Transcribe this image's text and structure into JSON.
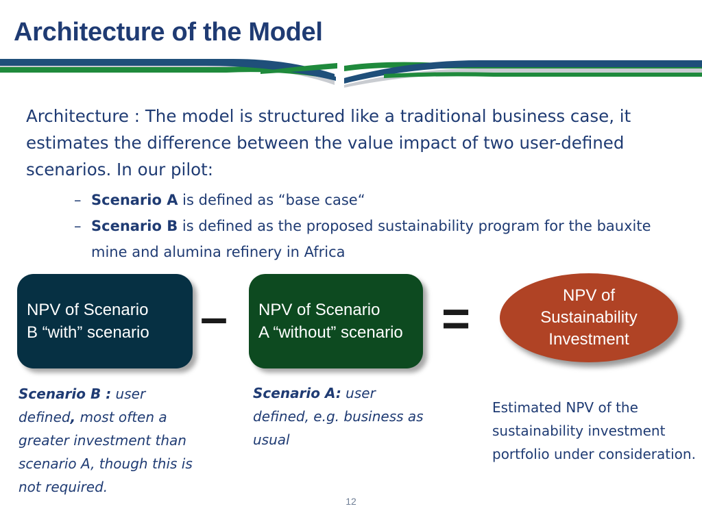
{
  "slide": {
    "title": "Architecture of the Model",
    "page_number": "12"
  },
  "colors": {
    "title": "#1f3b73",
    "banner_blue": "#1f4f7a",
    "banner_green": "#1f8a3c",
    "box_b": "#063043",
    "box_a": "#0d4a20",
    "oval": "#b04325"
  },
  "body": {
    "paragraph": "Architecture : The model is structured like a traditional business case, it estimates the difference between the value impact of two user-defined scenarios. In our pilot:",
    "bullets": [
      {
        "dash": "–",
        "bold": "Scenario A",
        "rest": " is defined as “base case“"
      },
      {
        "dash": "–",
        "bold": "Scenario B",
        "rest": " is defined as the proposed sustainability program  for the bauxite mine and alumina refinery in Africa"
      }
    ]
  },
  "diagram": {
    "box_b": {
      "line1": "NPV of Scenario",
      "line2": "B “with” scenario"
    },
    "minus": "–",
    "box_a": {
      "line1": "NPV of Scenario",
      "line2": "A “without” scenario"
    },
    "equals": "=",
    "result": {
      "line1": "NPV of",
      "line2": "Sustainability",
      "line3": "Investment"
    }
  },
  "captions": {
    "scenario_b": {
      "bold": "Scenario B :",
      "part1": " user defined",
      "comma": ",",
      "part2": " most often a greater investment than scenario A, though this is not required."
    },
    "scenario_a": {
      "bold": "Scenario A:",
      "rest": " user defined, e.g. business as usual"
    },
    "npv": "Estimated NPV of the sustainability investment portfolio under consideration."
  }
}
